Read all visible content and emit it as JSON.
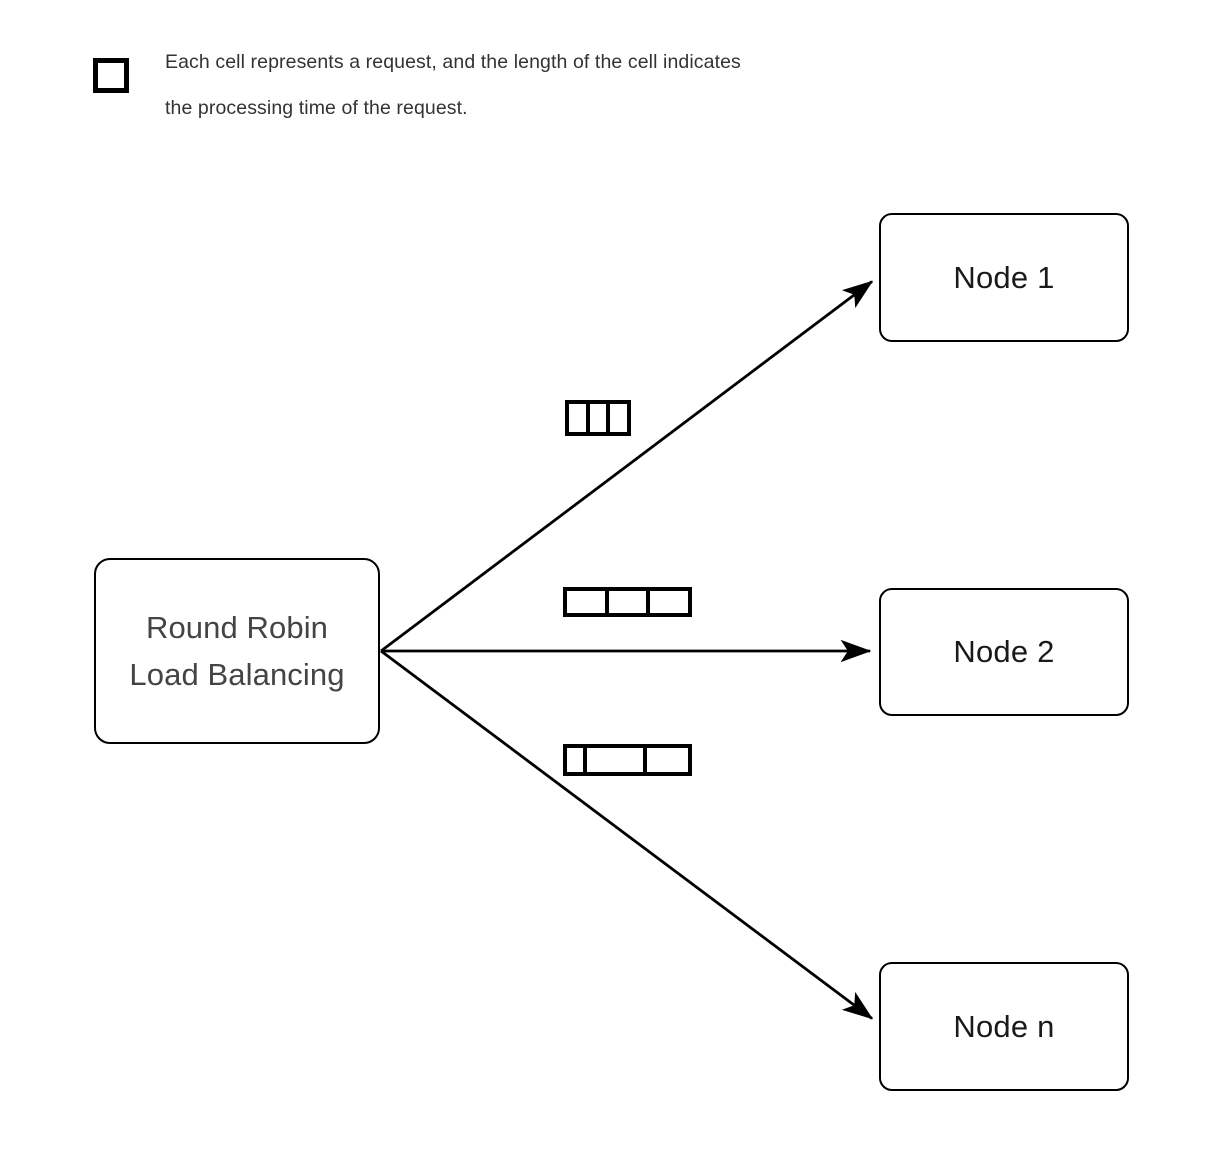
{
  "legend": {
    "icon": "square-outline-icon",
    "text": "Each cell represents a request, and the length of the cell indicates\nthe processing time of the request."
  },
  "diagram": {
    "title": "Round Robin Load Balancing",
    "source": {
      "id": "round-robin-load-balancer",
      "label": "Round Robin\nLoad Balancing",
      "text_color": "#444444"
    },
    "nodes": [
      {
        "id": "node-1",
        "label": "Node 1"
      },
      {
        "id": "node-2",
        "label": "Node 2"
      },
      {
        "id": "node-n",
        "label": "Node n"
      }
    ],
    "edges": [
      {
        "id": "edge-to-node-1",
        "from": "round-robin-load-balancer",
        "to": "node-1",
        "arrow": "arrowhead-filled"
      },
      {
        "id": "edge-to-node-2",
        "from": "round-robin-load-balancer",
        "to": "node-2",
        "arrow": "arrowhead-filled"
      },
      {
        "id": "edge-to-node-n",
        "from": "round-robin-load-balancer",
        "to": "node-n",
        "arrow": "arrowhead-filled"
      }
    ],
    "queues": [
      {
        "id": "queue-node-1",
        "for_node": "node-1",
        "cell_count": 3,
        "cell_widths": [
          22,
          22,
          22
        ]
      },
      {
        "id": "queue-node-2",
        "for_node": "node-2",
        "cell_count": 3,
        "cell_widths": [
          43,
          43,
          43
        ]
      },
      {
        "id": "queue-node-n",
        "for_node": "node-n",
        "cell_count": 3,
        "cell_widths": [
          18,
          62,
          45
        ]
      }
    ],
    "colors": {
      "stroke": "#000000",
      "fill": "#ffffff",
      "node_text": "#1a1a1a",
      "legend_text": "#333333",
      "background": "#ffffff"
    }
  }
}
